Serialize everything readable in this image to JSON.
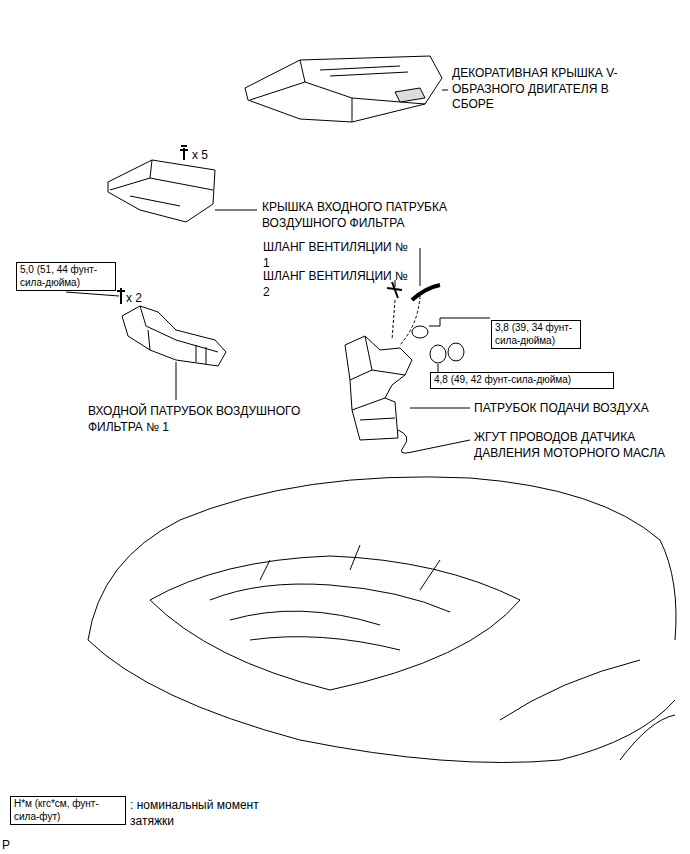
{
  "diagram": {
    "nodes": [
      {
        "text": [
          "5,0 (51, 44 фунт-сила-дюйма)"
        ]
      },
      {
        "text": [
          "3,8 (39, 34 фунт-сила-дюйма)"
        ]
      },
      {
        "text": [
          "4,8 (49, 42 фунт-сила-дюйма)"
        ]
      },
      {
        "text": [
          "Н*м (кгс*см, фунт-сила-фут)"
        ]
      }
    ],
    "labels": [
      "ДЕКОРАТИВНАЯ КРЫШКА V-ОБРАЗНОГО ДВИГАТЕЛЯ В СБОРЕ",
      "x 5",
      "КРЫШКА ВХОДНОГО ПАТРУБКА ВОЗДУШНОГО ФИЛЬТРА",
      "ШЛАНГ ВЕНТИЛЯЦИИ № 1",
      "ШЛАНГ ВЕНТИЛЯЦИИ № 2",
      "x 2",
      "ВХОДНОЙ ПАТРУБОК ВОЗДУШНОГО ФИЛЬТРА № 1",
      "ПАТРУБОК ПОДАЧИ ВОЗДУХА",
      "ЖГУТ ПРОВОДОВ ДАТЧИКА ДАВЛЕНИЯ МОТОРНОГО МАСЛА",
      ": номинальный момент затяжки",
      "P"
    ]
  }
}
